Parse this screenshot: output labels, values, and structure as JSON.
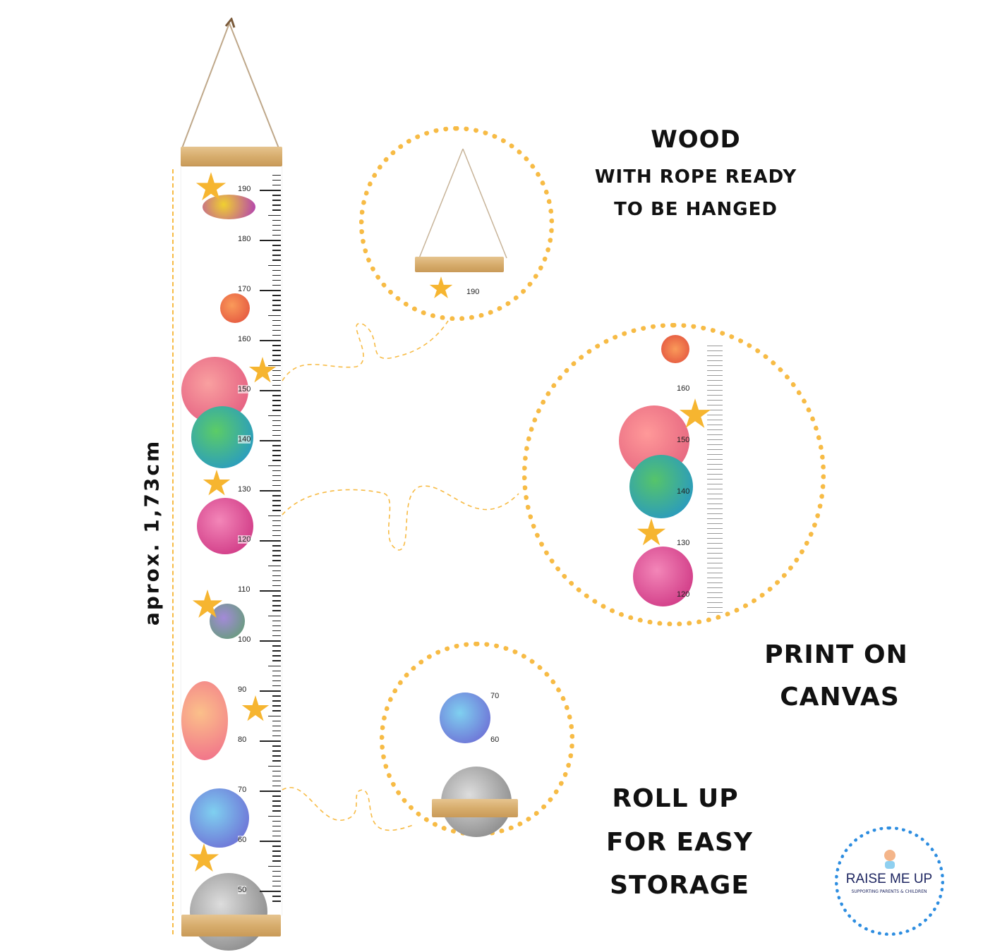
{
  "product": {
    "height_label": "aprox. 1,73cm",
    "ruler_marks": [
      190,
      180,
      170,
      160,
      150,
      140,
      130,
      120,
      110,
      100,
      90,
      80,
      70,
      60,
      50
    ]
  },
  "features": {
    "wood": {
      "title": "WOOD",
      "line1": "WITH ROPE READY",
      "line2": "TO BE HANGED"
    },
    "canvas": {
      "line1": "PRINT ON",
      "line2": "CANVAS"
    },
    "roll": {
      "line1": "ROLL UP",
      "line2": "FOR EASY",
      "line3": "STORAGE"
    }
  },
  "zoom_marks": {
    "top": [
      "190"
    ],
    "middle": [
      "160",
      "150",
      "140",
      "130",
      "120"
    ],
    "bottom": [
      "70",
      "60"
    ]
  },
  "logo": {
    "name": "RAISE ME UP",
    "tagline": "SUPPORTING PARENTS & CHILDREN"
  },
  "colors": {
    "accent": "#f7bb45",
    "wood": "#d7ad6d",
    "logo_text": "#1d2560"
  }
}
